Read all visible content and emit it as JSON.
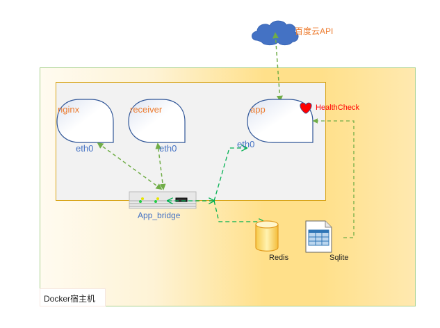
{
  "cloud": {
    "label": "百度云API",
    "color": "#4472c4"
  },
  "host": {
    "label": "Docker宿主机"
  },
  "containers": [
    {
      "name": "nginx",
      "iface": "eth0"
    },
    {
      "name": "receiver",
      "iface": "eth0"
    },
    {
      "name": "app",
      "iface": "eth0"
    }
  ],
  "healthcheck": {
    "label": "HealthCheck",
    "color": "#ff0000"
  },
  "bridge": {
    "label": "App_bridge"
  },
  "storage": [
    {
      "name": "Redis"
    },
    {
      "name": "Sqlite"
    }
  ],
  "colors": {
    "link_green": "#70ad47",
    "link_dark_green": "#00b050",
    "node_border": "#2f5597",
    "label_orange": "#ed7d31",
    "eth_blue": "#4472c4"
  }
}
